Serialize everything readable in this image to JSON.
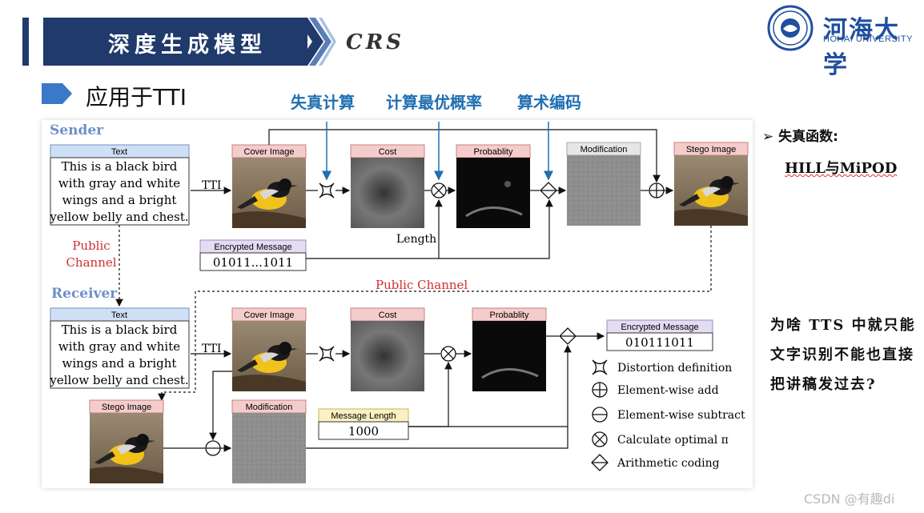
{
  "header": {
    "title": "深度生成模型",
    "subtitle_code": "CRS",
    "section": "应用于TTI"
  },
  "logo": {
    "name": "河海大学",
    "english": "HOHAI UNIVERSITY"
  },
  "top_labels": [
    "失真计算",
    "计算最优概率",
    "算术编码"
  ],
  "diagram": {
    "sender": "Sender",
    "receiver": "Receiver",
    "public_channel_left": [
      "Public",
      "Channel"
    ],
    "public_channel": "Public Channel",
    "text_title": "Text",
    "text_lines": [
      "This is a black bird",
      "with gray and white",
      "wings and a bright",
      "yellow belly and chest."
    ],
    "tti": "TTI",
    "cover_image": "Cover Image",
    "cost": "Cost",
    "probability": "Probablity",
    "modification": "Modification",
    "stego_image": "Stego Image",
    "length": "Length",
    "encrypted_message": "Encrypted Message",
    "sender_bits": "01011...1011",
    "receiver_bits": "010111011",
    "message_length": "Message Length",
    "message_length_value": "1000",
    "legend": [
      "Distortion definition",
      "Element-wise add",
      "Element-wise subtract",
      "Calculate optimal π",
      "Arithmetic coding"
    ]
  },
  "right_panel": {
    "heading": "失真函数:",
    "hill": "HILL与MiPOD",
    "question": "为啥 TTS 中就只能文字识别不能也直接把讲稿发过去?"
  },
  "watermark": "CSDN @有趣di",
  "colors": {
    "banner": "#1f3a6b",
    "accent_blue": "#1f6fb2",
    "red": "#d03030"
  }
}
